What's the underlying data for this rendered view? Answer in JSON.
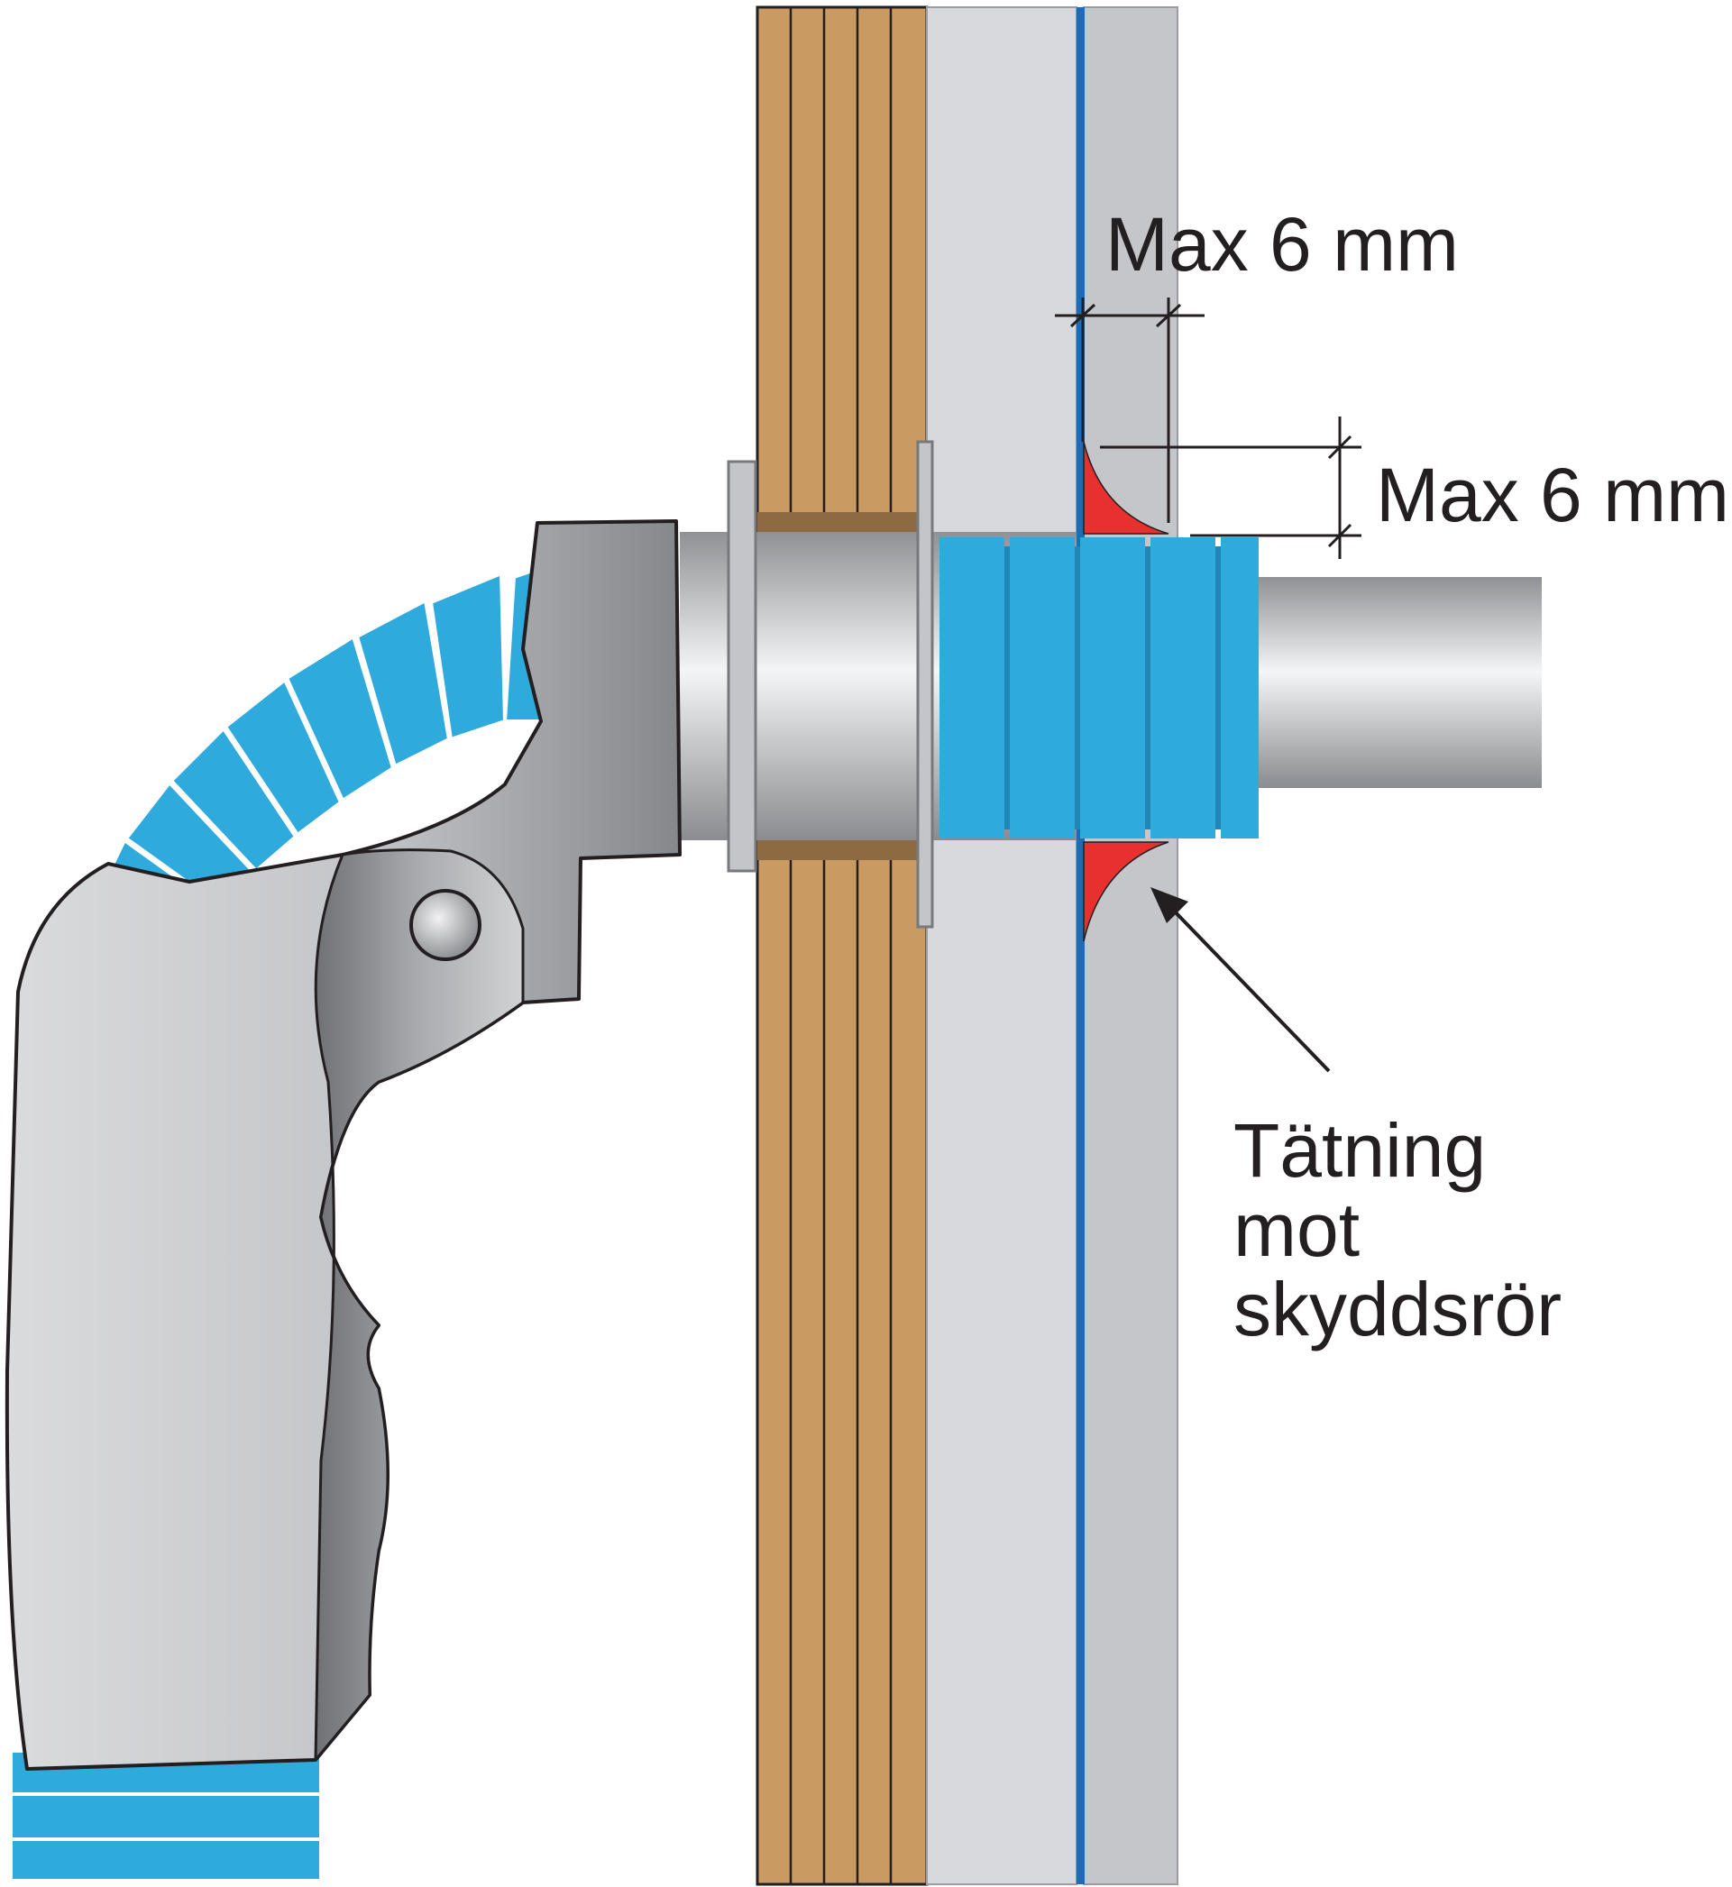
{
  "labels": {
    "dim_horizontal": "Max 6 mm",
    "dim_vertical": "Max 6 mm",
    "seal_line1": "Tätning",
    "seal_line2": "mot",
    "seal_line3": "skyddsrör"
  },
  "colors": {
    "wood": "#c99b62",
    "wood_dark": "#8e6a43",
    "board_light": "#d7d9dc",
    "board_dark": "#c4c6c9",
    "membrane": "#1f6bb5",
    "hose": "#2eaadc",
    "hose_dark": "#2287b8",
    "seal": "#e8312e",
    "metal": "#c7c8ca",
    "ink": "#231f20"
  }
}
